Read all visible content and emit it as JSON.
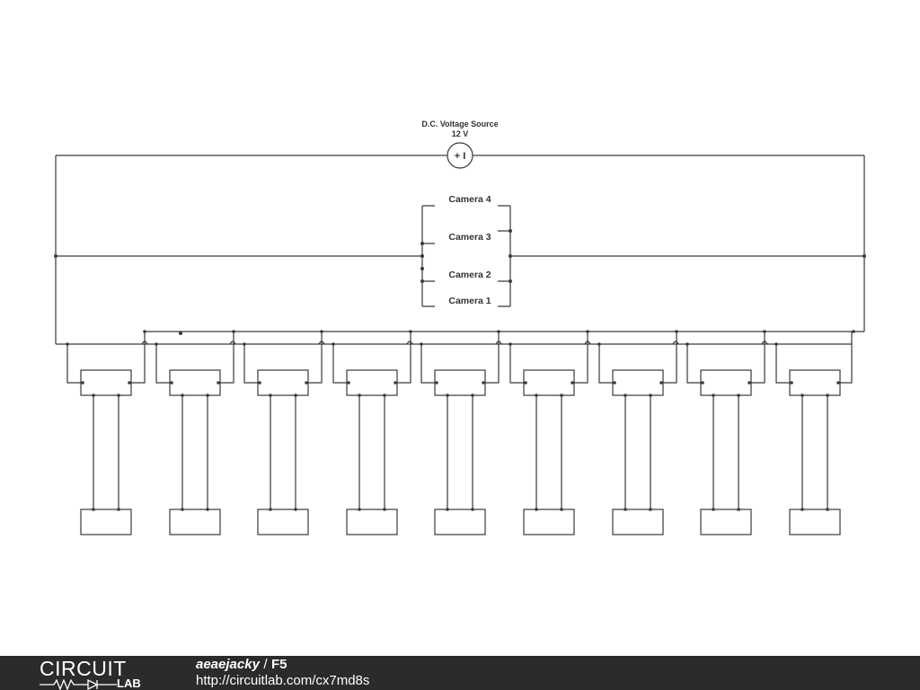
{
  "source": {
    "name": "D.C. Voltage Source",
    "value": "12 V",
    "symbol": "+ I"
  },
  "cameras": [
    {
      "label": "Camera 4"
    },
    {
      "label": "Camera 3"
    },
    {
      "label": "Camera 2"
    },
    {
      "label": "Camera 1"
    }
  ],
  "module_columns": 9,
  "footer": {
    "logo_top": "CIRCUIT",
    "logo_bottom": "LAB",
    "author": "aeaejacky",
    "separator": "/",
    "title": "F5",
    "url": "http://circuitlab.com/cx7md8s"
  },
  "colors": {
    "wire": "#3a3a3a",
    "footer_bg": "#2b2b2b"
  }
}
